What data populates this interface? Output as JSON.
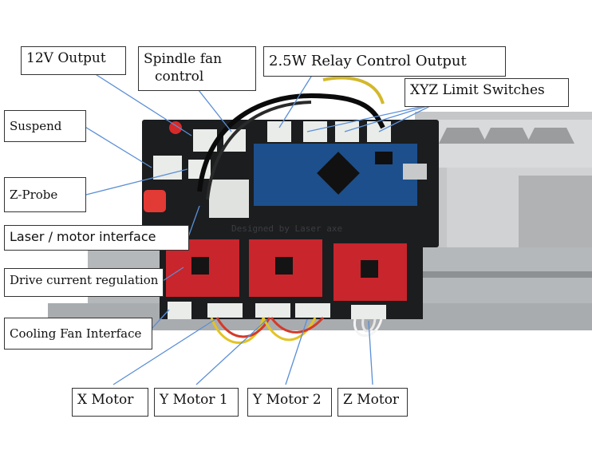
{
  "labels": {
    "v12_output": "12V Output",
    "spindle_fan_line1": "Spindle fan",
    "spindle_fan_line2": "control",
    "relay_output": "2.5W Relay Control Output",
    "limit_switches": "XYZ  Limit Switches",
    "suspend": "Suspend",
    "z_probe": "Z-Probe",
    "laser_motor": "Laser / motor interface",
    "drive_current": "Drive current regulation",
    "cooling_fan": "Cooling Fan Interface",
    "x_motor": "X Motor",
    "y_motor_1": "Y Motor 1",
    "y_motor_2": "Y Motor 2",
    "z_motor": "Z Motor"
  },
  "board_text": {
    "silkscreen": "Designed by Laser axe"
  },
  "colors": {
    "board": "#1b1d1f",
    "arduino": "#1d4f8c",
    "driver": "#c9252c",
    "connector": "#e9ece9",
    "frame": "#b9bcbe",
    "leader": "#5b8fd6"
  }
}
